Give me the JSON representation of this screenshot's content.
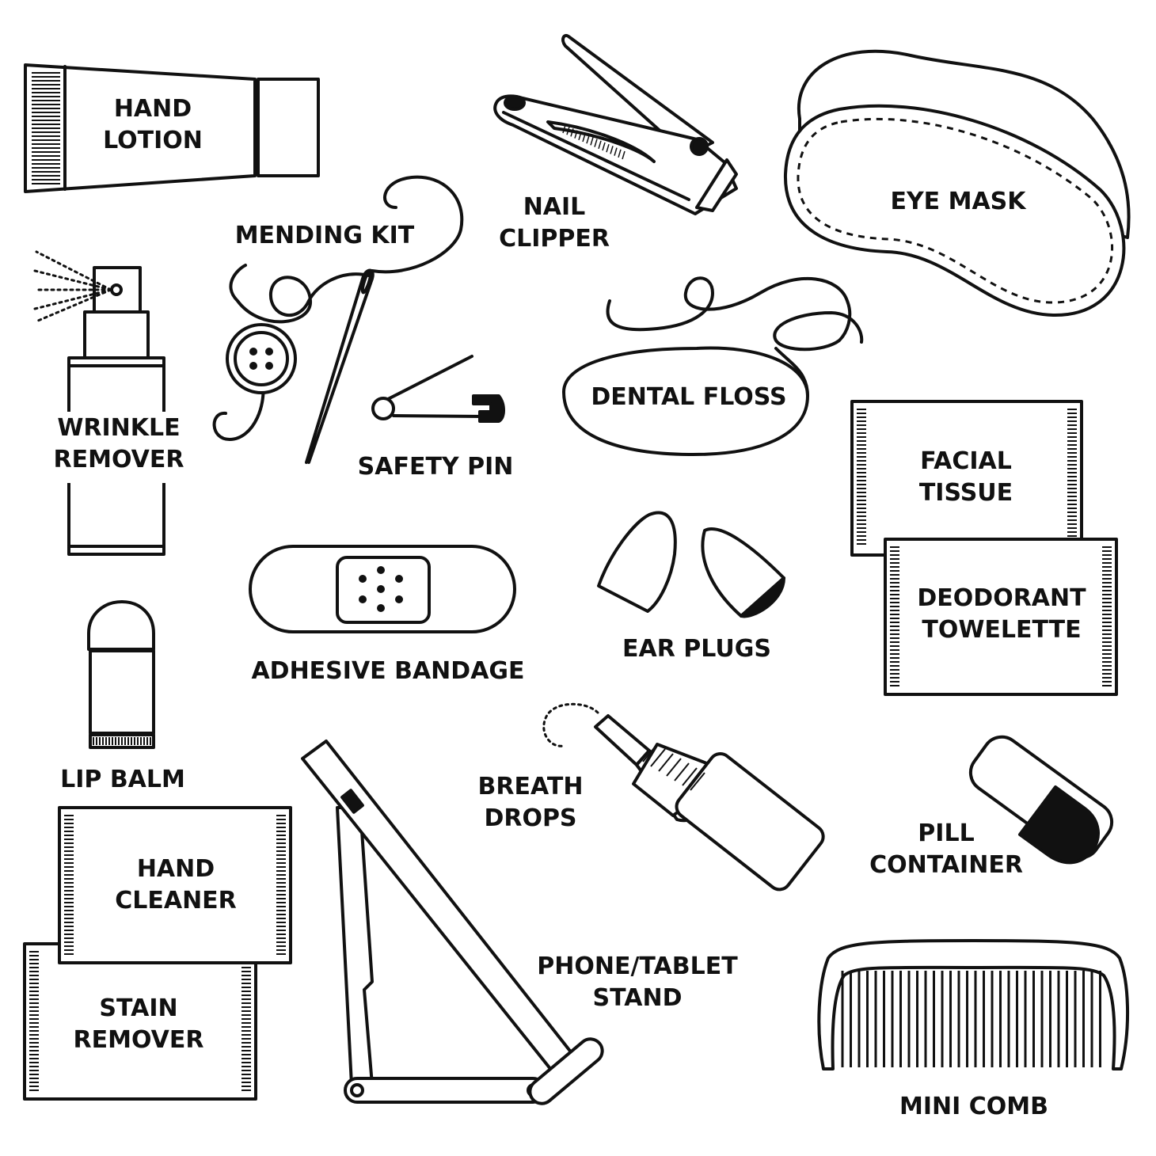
{
  "labels": {
    "hand_lotion": [
      "HAND",
      "LOTION"
    ],
    "mending_kit": [
      "MENDING KIT"
    ],
    "nail_clipper": [
      "NAIL",
      "CLIPPER"
    ],
    "eye_mask": [
      "EYE MASK"
    ],
    "wrinkle_remover": [
      "WRINKLE",
      "REMOVER"
    ],
    "safety_pin": [
      "SAFETY PIN"
    ],
    "dental_floss": [
      "DENTAL FLOSS"
    ],
    "facial_tissue": [
      "FACIAL",
      "TISSUE"
    ],
    "deodorant_towelette": [
      "DEODORANT",
      "TOWELETTE"
    ],
    "adhesive_bandage": [
      "ADHESIVE BANDAGE"
    ],
    "ear_plugs": [
      "EAR PLUGS"
    ],
    "lip_balm": [
      "LIP BALM"
    ],
    "breath_drops": [
      "BREATH",
      "DROPS"
    ],
    "pill_container": [
      "PILL",
      "CONTAINER"
    ],
    "hand_cleaner": [
      "HAND",
      "CLEANER"
    ],
    "stain_remover": [
      "STAIN",
      "REMOVER"
    ],
    "phone_tablet_stand": [
      "PHONE/TABLET",
      "STAND"
    ],
    "mini_comb": [
      "MINI COMB"
    ]
  },
  "icons": [
    "lotion-tube-icon",
    "spray-bottle-icon",
    "needle-thread-icon",
    "button-icon",
    "safety-pin-icon",
    "nail-clipper-icon",
    "eye-mask-icon",
    "floss-icon",
    "tissue-packet-icon",
    "towelette-packet-icon",
    "bandage-icon",
    "ear-plugs-icon",
    "lip-balm-icon",
    "dropper-bottle-icon",
    "pill-container-icon",
    "hand-cleaner-packet-icon",
    "stain-remover-packet-icon",
    "phone-stand-icon",
    "comb-icon"
  ],
  "colors": {
    "ink": "#111111",
    "background": "#ffffff"
  }
}
